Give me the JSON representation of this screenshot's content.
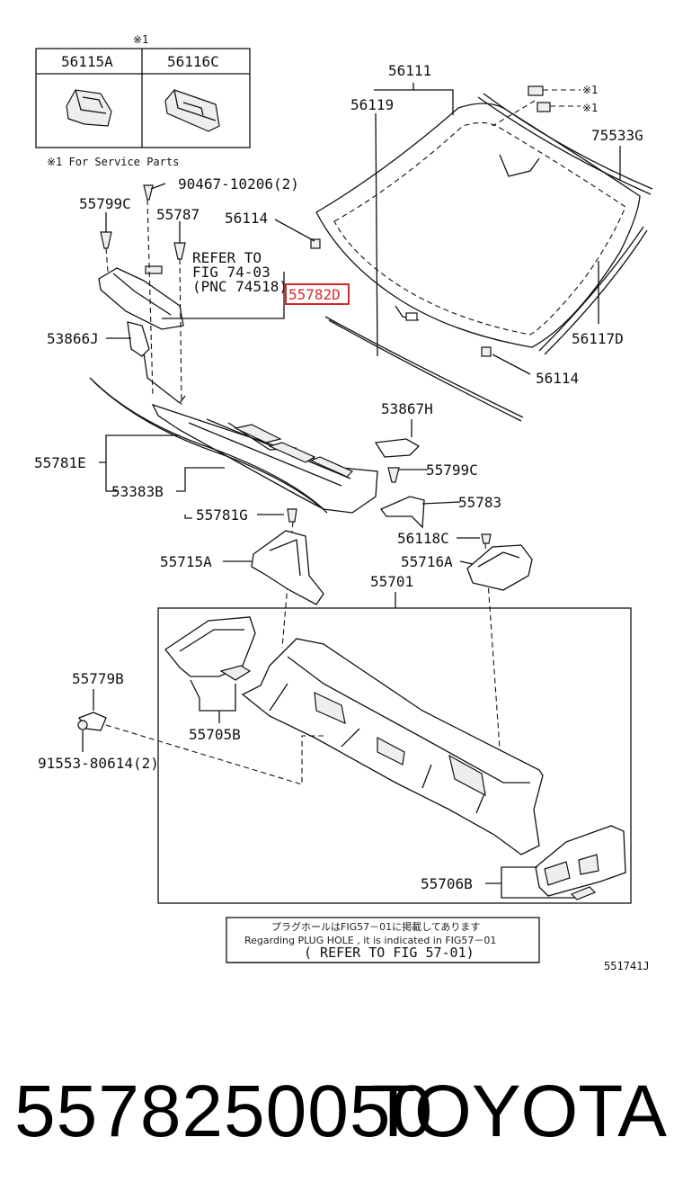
{
  "service_table": {
    "marker": "※1",
    "col1": "56115A",
    "col2": "56116C",
    "footnote": "※1 For Service Parts"
  },
  "labels": {
    "p56111": "56111",
    "p56119": "56119",
    "p75533G": "75533G",
    "mark1a": "※1",
    "mark1b": "※1",
    "p90467": "90467-10206(2)",
    "p55799C_top": "55799C",
    "p55787": "55787",
    "p56114_top": "56114",
    "refer1": "REFER TO",
    "refer2": "FIG 74-03",
    "refer3": "(PNC 74518)",
    "p55782D": "55782D",
    "p53866J": "53866J",
    "p56117D": "56117D",
    "p56114_bot": "56114",
    "p53867H": "53867H",
    "p55781E": "55781E",
    "p55799C_mid": "55799C",
    "p53383B": "53383B",
    "p55783": "55783",
    "p55781G": "55781G",
    "p56118C": "56118C",
    "p55715A": "55715A",
    "p55716A": "55716A",
    "p55701": "55701",
    "p55779B": "55779B",
    "p55705B": "55705B",
    "p91553": "91553-80614(2)",
    "p55706B": "55706B"
  },
  "plug_note": {
    "line1": "プラグホールはFIG57－01に掲載してあります",
    "line2": "Regarding PLUG HOLE , it is indicated in FIG57－01",
    "line3": "( REFER TO FIG 57-01)"
  },
  "figure_code": "551741J",
  "footer": {
    "part_number": "5578250050",
    "brand": "TOYOTA"
  },
  "colors": {
    "highlight": "#d42a2a",
    "line": "#111111"
  }
}
